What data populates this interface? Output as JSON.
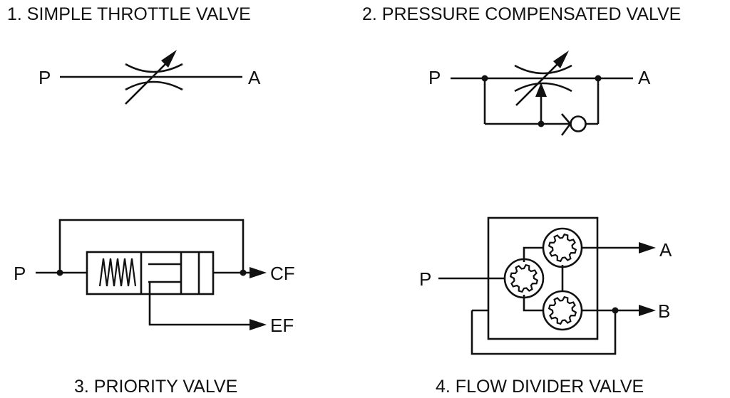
{
  "sections": [
    {
      "title": "1. SIMPLE THROTTLE VALVE",
      "ports": {
        "in": "P",
        "out": "A"
      }
    },
    {
      "title": "2. PRESSURE COMPENSATED VALVE",
      "ports": {
        "in": "P",
        "out": "A"
      }
    },
    {
      "title": "3. PRIORITY VALVE",
      "ports": {
        "in": "P",
        "out_cf": "CF",
        "out_ef": "EF"
      }
    },
    {
      "title": "4. FLOW DIVIDER VALVE",
      "ports": {
        "in": "P",
        "out_a": "A",
        "out_b": "B"
      }
    }
  ]
}
